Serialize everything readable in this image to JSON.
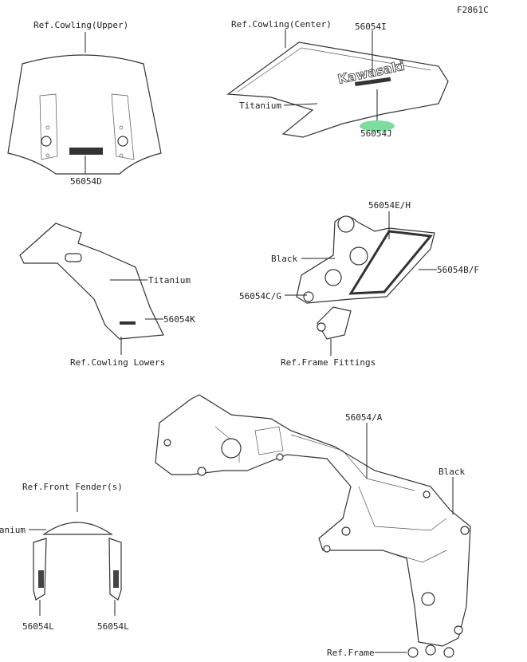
{
  "figure_id": "F2861C",
  "labels": {
    "cowling_upper_ref": "Ref.Cowling(Upper)",
    "part_56054D": "56054D",
    "cowling_center_ref": "Ref.Cowling(Center)",
    "part_56054I": "56054I",
    "center_titanium": "Titanium",
    "part_56054J": "56054J",
    "part_56054EH": "56054E/H",
    "fittings_black": "Black",
    "part_56054BF": "56054B/F",
    "part_56054CG": "56054C/G",
    "frame_fittings_ref": "Ref.Frame Fittings",
    "lowers_titanium": "Titanium",
    "part_56054K": "56054K",
    "cowling_lowers_ref": "Ref.Cowling Lowers",
    "part_56054A": "56054/A",
    "frame_black": "Black",
    "front_fender_ref": "Ref.Front Fender(s)",
    "fender_titanium": "Titanium",
    "part_56054L_left": "56054L",
    "part_56054L_right": "56054L",
    "frame_ref": "Ref.Frame"
  },
  "decal_text": "Kawasaki",
  "highlight_color": "#7fdca0"
}
